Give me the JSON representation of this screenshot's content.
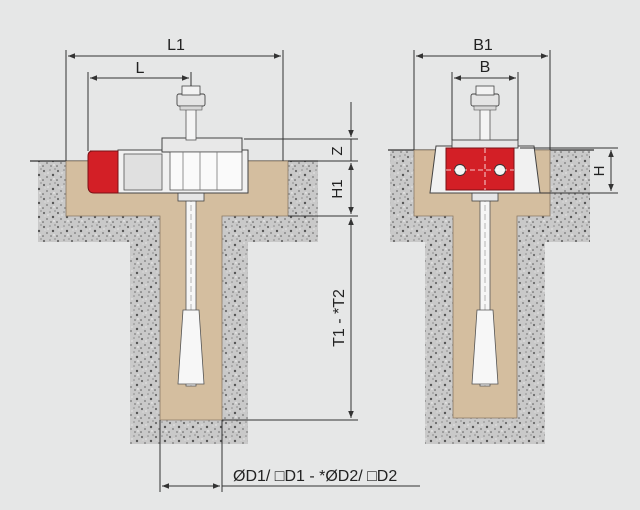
{
  "labels": {
    "L1": "L1",
    "L": "L",
    "Z": "Z",
    "H1": "H1",
    "T1T2": "T1 - *T2",
    "B1": "B1",
    "B": "B",
    "H": "H",
    "D_formula": "ØD1/ □D1 - *ØD2/ □D2"
  },
  "colors": {
    "background": "#e6e7e7",
    "concrete": "#d3bda2",
    "gravel": "#bfbfbf",
    "clamp_red": "#d31f26",
    "metal_light": "#f1f1f1",
    "outline": "#333333"
  }
}
